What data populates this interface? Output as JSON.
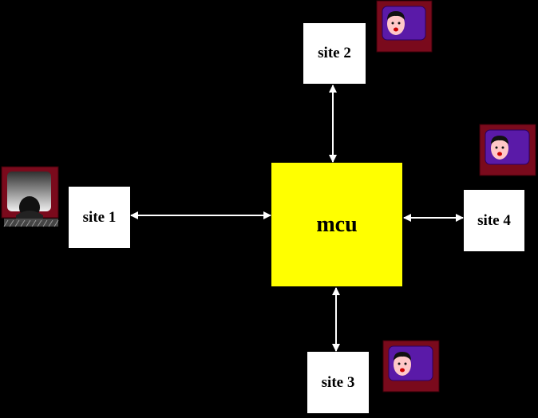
{
  "labels": {
    "site1": "site 1",
    "site2": "site 2",
    "site3": "site 3",
    "site4": "site 4",
    "mcu": "mcu"
  },
  "colors": {
    "background": "#000000",
    "site_box": "#ffffff",
    "mcu_box": "#ffff00",
    "tv_frame": "#7a0a1c",
    "screen_purple": "#5a1aa8",
    "face": "#ffc8c8"
  },
  "icons": {
    "site1": "tv-viewer-back-icon",
    "others": "tv-face-icon"
  }
}
